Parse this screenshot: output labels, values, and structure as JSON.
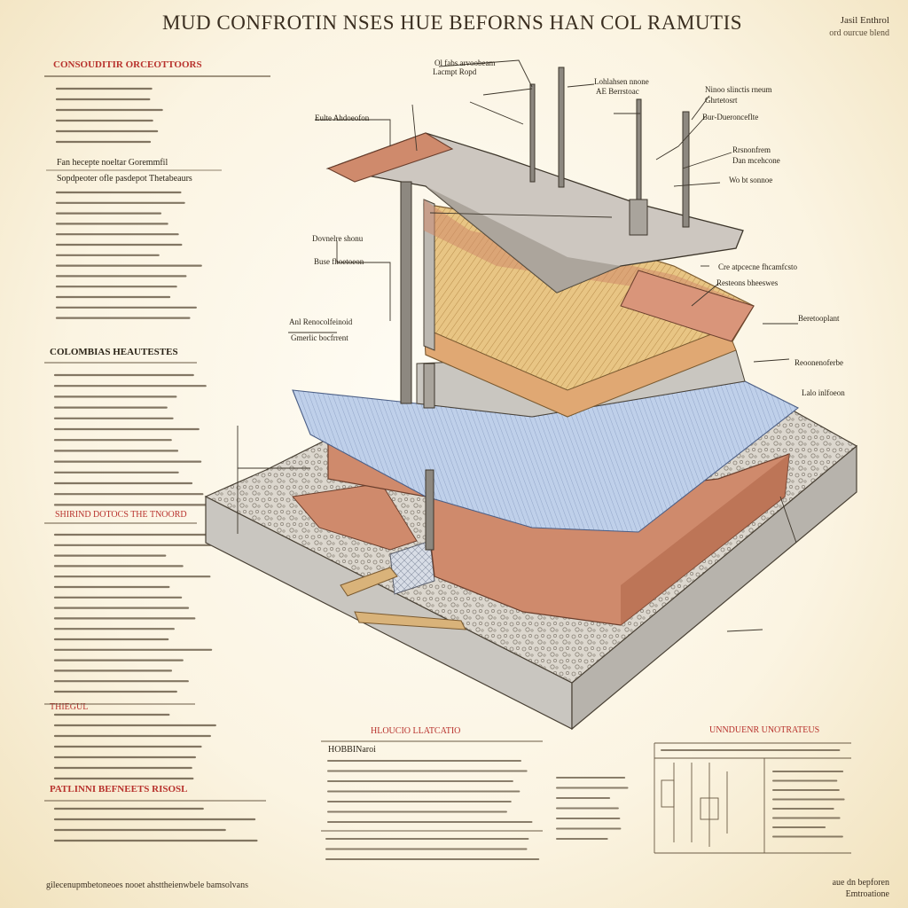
{
  "title": "MUD CONFROTIN NSES HUE BEFORNS HAN COL RAMUTIS",
  "corner_tag": "Jasil Enthrol",
  "corner_sub": "ord ourcue blend",
  "footer_left": "gilecenupmbetoneoes nooet ahsttheienwbele bamsolvans",
  "footer_right_1": "aue dn bepforen",
  "footer_right_2": "Emtroatione",
  "left_headings": [
    "CONSOUDITIR ORCEOTTOORS",
    "Fan hecepte noeltar Goremmfil",
    "Sopdpeoter ofle pasdepot Thetabeaurs",
    "COLOMBIAS HEAUTESTES",
    "SHIRIND DOTOCS THE TNOORD",
    "THIEGUL",
    "PATLINNI BEFNEETS RISOSL"
  ],
  "mid_headings": [
    "HLOUCIO LLATCATIO",
    "UNNDUENR UNOTRATEUS",
    "HOBBINaroi"
  ],
  "callouts": [
    "Ol fabs arvoobeam",
    "Lacmpt Ropd",
    "Lohlahsen nnone",
    "AE Berrstoac",
    "Ninoo slinctis rneum",
    "Ghrtetosrt",
    "Bur-Dueronceflte",
    "Rrsnonfrem",
    "Dan mcehcone",
    "Wo bt sonnoe",
    "Eulte Ahdoeofon",
    "Dovnelre shonu",
    "Buse fhoetoeon",
    "Anl Renocolfeinoid",
    "Gmerlic bocfrrent",
    "Cre atpcecne fhcamfcsto",
    "Resteons bheeswes",
    "Beretooplant",
    "Reoonenoferbe",
    "Lalo inlfoeon"
  ],
  "colors": {
    "terracotta": "#cf8a6c",
    "concrete": "#c9c6c0",
    "straw": "#e6c07c",
    "blue_layer": "#b8cbe6",
    "gravel": "#d9d4cc",
    "heading_red": "#b8322d",
    "ink": "#2b2418"
  }
}
